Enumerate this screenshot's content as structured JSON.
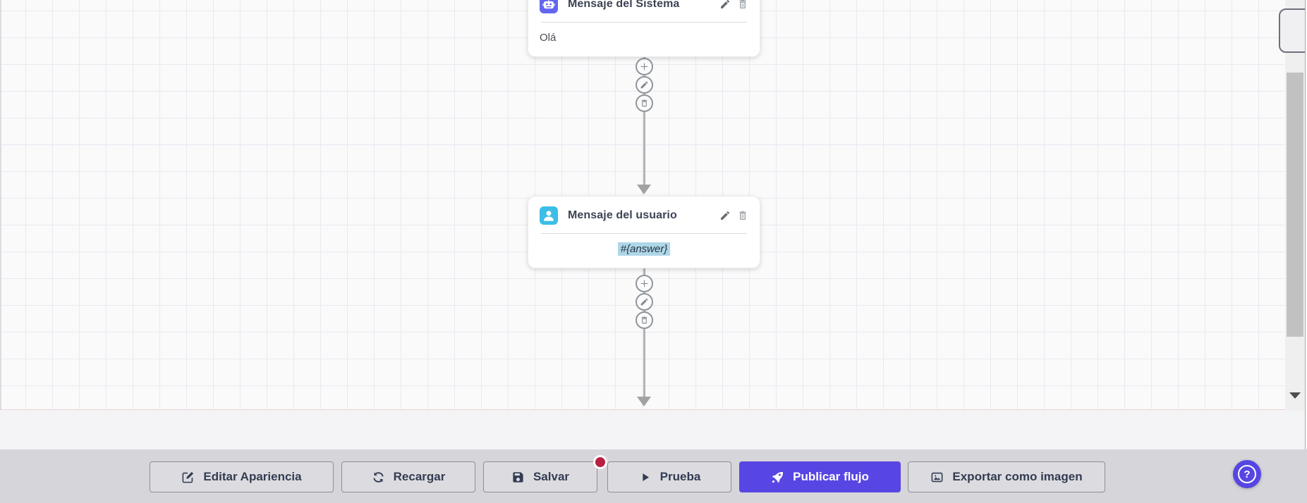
{
  "nodes": [
    {
      "title": "Mensaje del Sistema",
      "content": "Olá"
    },
    {
      "title": "Mensaje del usuario",
      "content": "#{answer}"
    }
  ],
  "toolbar": {
    "edit_appearance": "Editar Apariencia",
    "reload": "Recargar",
    "save": "Salvar",
    "test": "Prueba",
    "publish": "Publicar flujo",
    "export": "Exportar como imagen"
  },
  "help": {
    "label": "?"
  },
  "icons": {
    "node1": "robot-icon",
    "node2": "user-icon",
    "node_actions": [
      "pencil-icon",
      "trash-icon"
    ],
    "connector_actions": [
      "plus-icon",
      "pencil-icon",
      "trash-icon"
    ]
  },
  "colors": {
    "accent": "#5746e3",
    "node1_icon_bg": "#6365f1",
    "node2_icon_bg": "#3bbde8",
    "content_highlight": "#aed7e8",
    "notification_dot": "#b81f43",
    "toolbar_bg": "#d5d5da",
    "grid_line": "#e8eaf2"
  }
}
